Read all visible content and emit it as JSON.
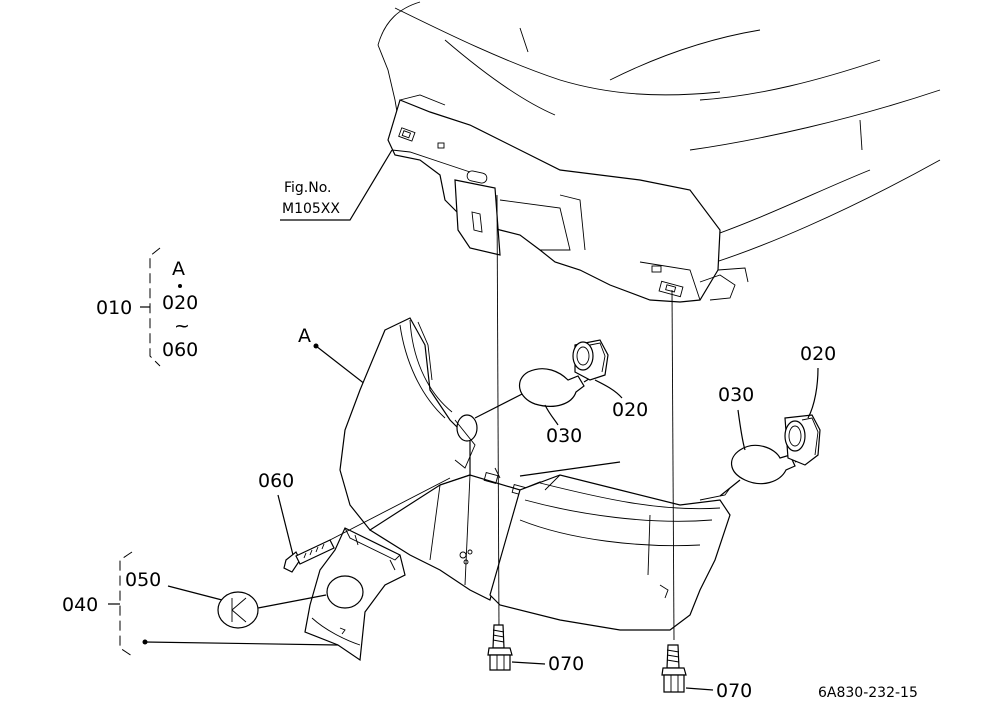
{
  "figure": {
    "ref_line1": "Fig.No.",
    "ref_line2": "M105XX",
    "drawing_code": "6A830-232-15"
  },
  "groups": {
    "g010": {
      "code": "010",
      "ref_a": "A",
      "from": "020",
      "tilde": "~",
      "to": "060"
    },
    "g040": {
      "code": "040"
    }
  },
  "callouts": {
    "a_marker": "A",
    "c020_left": "020",
    "c020_right": "020",
    "c030_left": "030",
    "c030_right": "030",
    "c050": "050",
    "c060": "060",
    "c070_left": "070",
    "c070_right": "070"
  }
}
